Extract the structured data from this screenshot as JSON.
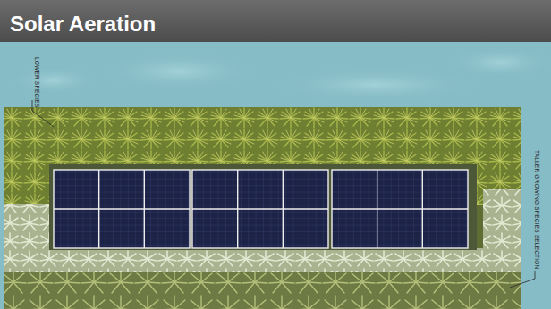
{
  "diagram": {
    "title": "Solar Aeration",
    "labels": [
      "LOWER SPECIES",
      "TALLER GROWING SPECIES SELECTION"
    ]
  }
}
